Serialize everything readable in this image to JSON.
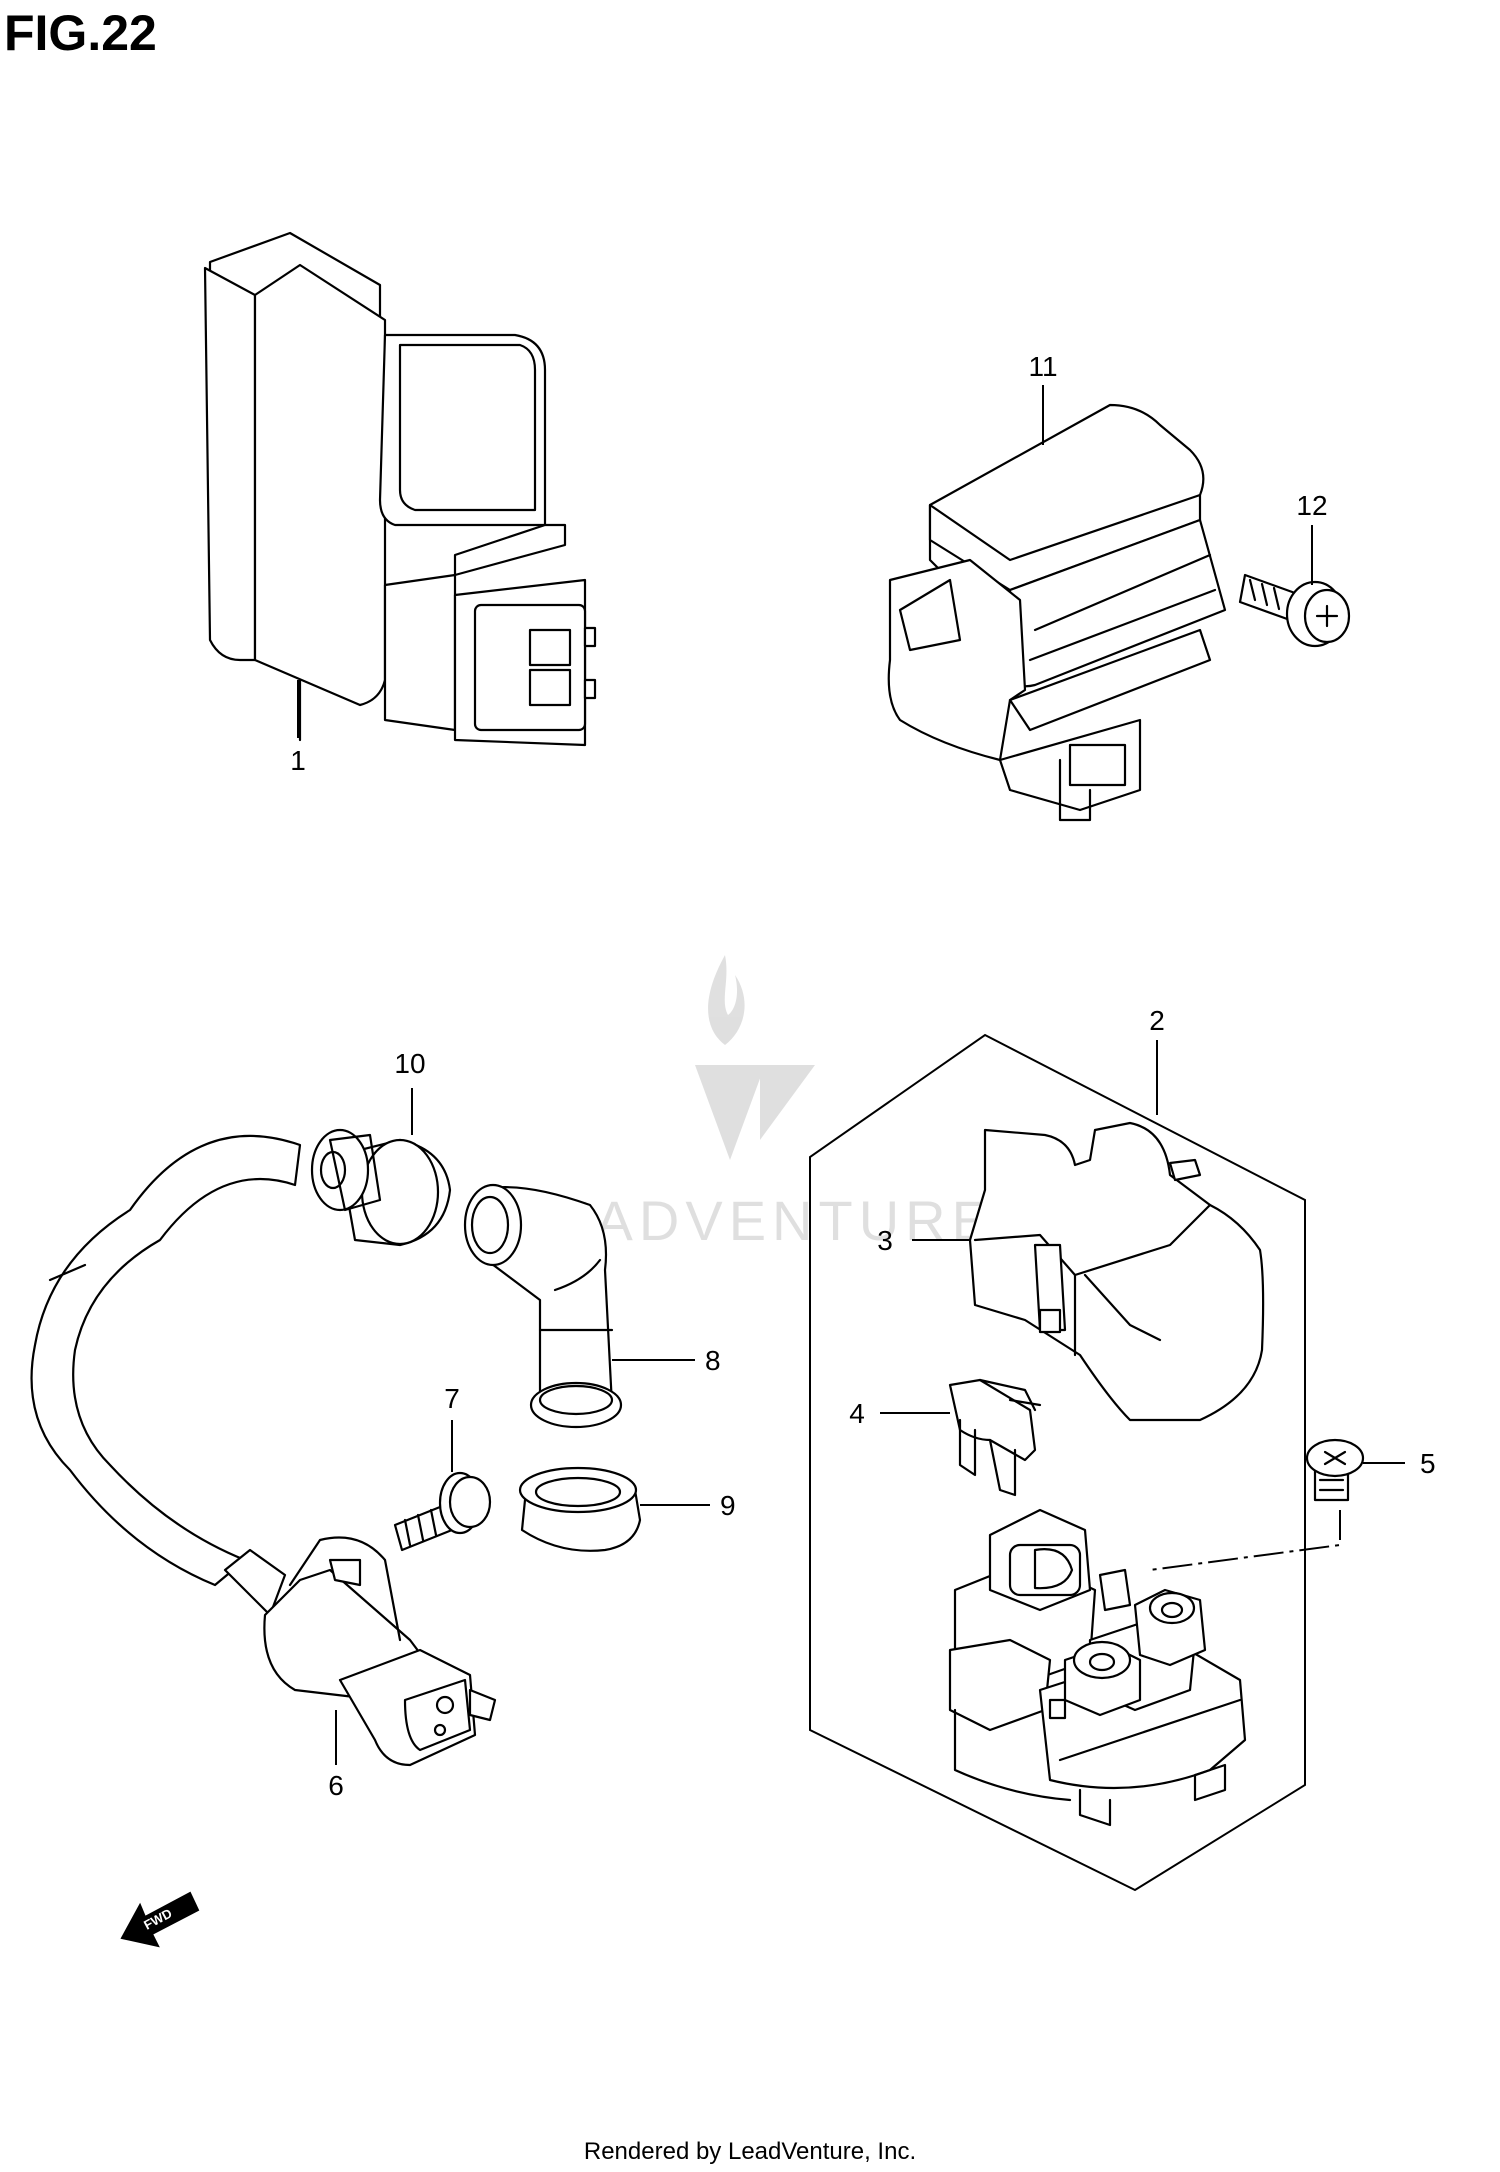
{
  "figure": {
    "title": "FIG.22"
  },
  "callouts": [
    {
      "id": "1",
      "label": "1"
    },
    {
      "id": "2",
      "label": "2"
    },
    {
      "id": "3",
      "label": "3"
    },
    {
      "id": "4",
      "label": "4"
    },
    {
      "id": "5",
      "label": "5"
    },
    {
      "id": "6",
      "label": "6"
    },
    {
      "id": "7",
      "label": "7"
    },
    {
      "id": "8",
      "label": "8"
    },
    {
      "id": "9",
      "label": "9"
    },
    {
      "id": "10",
      "label": "10"
    },
    {
      "id": "11",
      "label": "11"
    },
    {
      "id": "12",
      "label": "12"
    }
  ],
  "direction_arrow": {
    "label": "FWD"
  },
  "watermark": {
    "text": "LEADVENTURE"
  },
  "footer": {
    "text": "Rendered by LeadVenture, Inc."
  }
}
